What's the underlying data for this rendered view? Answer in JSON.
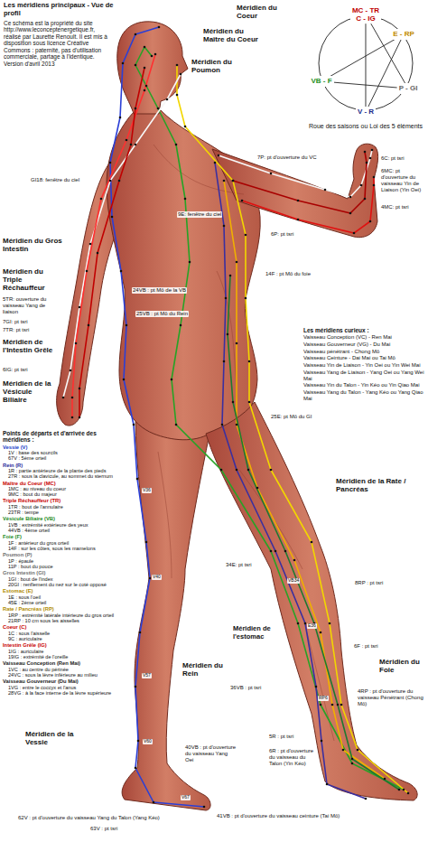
{
  "diagram": {
    "title": "Les méridiens principaux - Vue de profil",
    "nodes": [
      {
        "text": [
          "MC - TR",
          "C - IG"
        ]
      },
      {
        "text": [
          "E - RP"
        ]
      },
      {
        "text": [
          "P - GI"
        ]
      },
      {
        "text": [
          "V - R"
        ]
      },
      {
        "text": [
          "VB - F"
        ]
      }
    ],
    "edges": [
      {
        "from": 0,
        "to": 2,
        "arrow": "none"
      },
      {
        "from": 2,
        "to": 4,
        "arrow": "none"
      },
      {
        "from": 4,
        "to": 1,
        "arrow": "none"
      },
      {
        "from": 1,
        "to": 3,
        "arrow": "none"
      },
      {
        "from": 3,
        "to": 0,
        "arrow": "none"
      }
    ],
    "labels": [
      "Ce schéma est la propriété du site http://www.leconceptenergetique.fr, réalisé par Laurette Renoult. Il est mis à disposition sous licence Créative Commons : paternité, pas d'utilisation commerciale, partage à l'identique. Version d'avril 2013",
      "Méridien du Coeur",
      "Méridien du Maître du Coeur",
      "Méridien du Poumon",
      "Roue des saisons ou Loi des 5 éléments",
      "7P: pt d'ouverture du VC",
      "6P: pt tsri",
      "9E: fenêtre du ciel",
      "GI18: fenêtre du ciel",
      "6C: pt tsri",
      "6MC: pt d'ouverture du vaisseau Yin de Liaison (Yin Oei)",
      "4MC: pt tsri",
      "Méridien du Gros Intestin",
      "14F : pt Mô du foie",
      "24VB : pt Mô de la VB",
      "25VB : pt Mô du Rein",
      "Méridien du Triple Réchauffeur",
      "5TR: ouverture du vaisseau Yang de liaison",
      "7GI: pt tsri",
      "7TR: pt tsri",
      "Méridien de l'Intestin Grêle",
      "6IG: pt tsri",
      "25E: pt Mô du GI",
      "Méridien de la Vésicule Biliaire",
      "Méridien de la Rate / Pancréas",
      "34E: pt tsri",
      "8RP : pt tsri",
      "6F : pt tsri",
      "Méridien de l'estomac",
      "Méridien du Foie",
      "36VB : pt tsri",
      "Méridien du Rein",
      "4RP : pt d'ouverture du vaisseau Pénétrant (Chong Mô)",
      "5R : pt tsri",
      "40VB : pt d'ouverture du vaisseau Yang Oei",
      "6R : pt d'ouverture du vaisseau du Talon (Yin Kéo)",
      "Méridien de la Vessie",
      "62V : pt d'ouverture du vaisseau Yang du Talon (Yang Kéo)",
      "63V : pt tsri",
      "41VB : pt d'ouverture du vaisseau ceinture (Tai Mô)",
      "Les méridiens curieux :",
      "Vaisseau Conception (VC) - Ren Mai",
      "Vaisseau Gouverneur (VG) - Du Mai",
      "Vaisseau pénétrant - Chong Mô",
      "Vaisseau Ceinture - Dai Mai ou Tai Mô",
      "Vaisseau Yin de Liaison - Yin Oei ou Yin Wei Mai",
      "Vaisseau Yang de Liaison - Yang Oei ou Yang Wei Mai",
      "Vaisseau Yin du Talon - Yin Kéo ou Yin Qiao Mai",
      "Vaisseau Yang du Talon - Yang Kéo ou Yang Qiao Mai",
      "Points de départs et d'arrivée des méridiens :",
      "Vessie (V)",
      "1V : base des sourcils",
      "67V : 5ème orteil",
      "Rein (R)",
      "1R : partie antérieure de la plante des pieds",
      "27R : sous la clavicule, au sommet du sternum",
      "Maître du Coeur (MC)",
      "1MC : au niveau du coeur",
      "9MC : bout du majeur",
      "Triple Réchauffeur (TR)",
      "1TR : bout de l'annulaire",
      "23TR : tempe",
      "Vésicule Biliaire (VB)",
      "1VB : extrémité extérieure des yeux",
      "44VB : 4ème orteil",
      "Foie (F)",
      "1F : antérieur du gros orteil",
      "14F : sur les côtes, sous les mamelons",
      "Poumon (P)",
      "1P : épaule",
      "11P : bout du pouce",
      "Gros Intestin (GI)",
      "1GI : bout de l'index",
      "20GI : renflement du nez sur le coté opposé",
      "Estomac (E)",
      "1E : sous l'oeil",
      "45E : 2ème orteil",
      "Rate / Pancréas (RP)",
      "1RP : extrémité latérale intérieure du gros orteil",
      "21RP : 10 cm sous les aisselles",
      "Coeur (C)",
      "1C : sous l'aisselle",
      "9C : auriculaire",
      "Intestin Grêle (IG)",
      "1IG : auriculaire",
      "19IG : extrémité de l'oreille",
      "Vaisseau Conception (Ren Mai)",
      "1VC : au centre du périnée",
      "24VC : sous la lèvre inférieure au milieu",
      "Vaisseau Gouverneur (Du Mai)",
      "1VG : entre le coccyx et l'anus",
      "28VG : à la face interne de la lèvre supérieure",
      "V36",
      "V40",
      "V57",
      "V60",
      "VB34",
      "E36",
      "RP6",
      "V67"
    ]
  }
}
